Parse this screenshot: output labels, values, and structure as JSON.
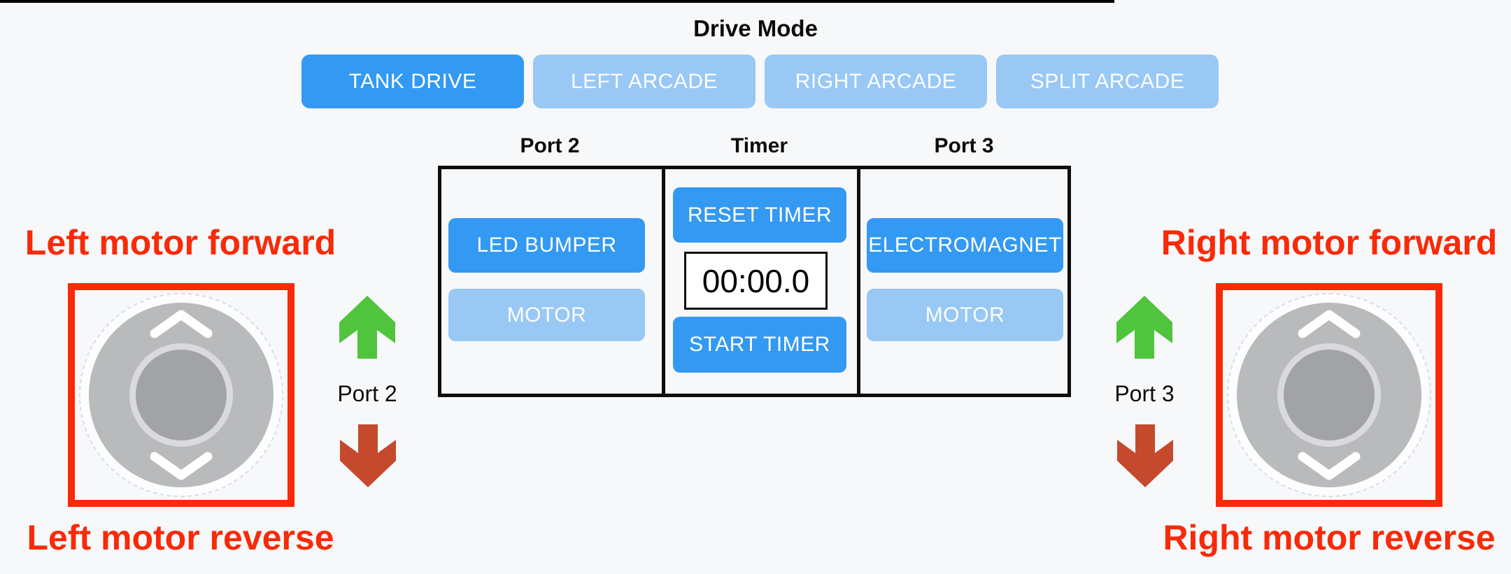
{
  "drive_mode": {
    "title": "Drive Mode",
    "buttons": [
      {
        "label": "TANK DRIVE",
        "active": true
      },
      {
        "label": "LEFT ARCADE",
        "active": false
      },
      {
        "label": "RIGHT ARCADE",
        "active": false
      },
      {
        "label": "SPLIT ARCADE",
        "active": false
      }
    ]
  },
  "control_panel": {
    "column_headers": [
      "Port 2",
      "Timer",
      "Port 3"
    ],
    "port2_column": {
      "device_button": "LED BUMPER",
      "motor_button": "MOTOR"
    },
    "timer_column": {
      "reset_button": "RESET TIMER",
      "display_value": "00:00.0",
      "start_button": "START TIMER"
    },
    "port3_column": {
      "device_button": "ELECTROMAGNET",
      "motor_button": "MOTOR"
    }
  },
  "left_joystick": {
    "forward_label": "Left motor forward",
    "reverse_label": "Left motor reverse",
    "port_label": "Port 2",
    "up_arrow_icon": "green-up-arrow",
    "down_arrow_icon": "red-down-arrow"
  },
  "right_joystick": {
    "forward_label": "Right motor forward",
    "reverse_label": "Right motor reverse",
    "port_label": "Port 3",
    "up_arrow_icon": "green-up-arrow",
    "down_arrow_icon": "red-down-arrow"
  },
  "colors": {
    "active_button_blue": "#3399f2",
    "inactive_button_blue": "#99c8f5",
    "annotation_red": "#f82a08",
    "forward_arrow_green": "#4fc43c",
    "reverse_arrow_brick": "#c54a2d",
    "panel_border_black": "#0d0d0d",
    "page_background": "#f7f8fa"
  }
}
